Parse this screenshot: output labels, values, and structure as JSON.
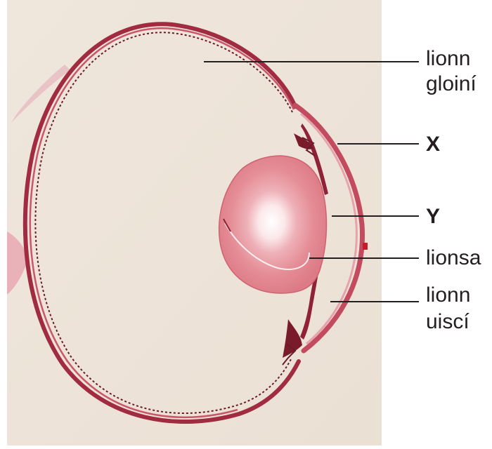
{
  "labels": {
    "vitreous_line1": "lionn",
    "vitreous_line2": "gloiní",
    "x": "X",
    "y": "Y",
    "lens": "lionsa",
    "aqueous_line1": "lionn",
    "aqueous_line2": "uiscí"
  },
  "colors": {
    "background": "#ffffff",
    "photo_background": "#eee3d8",
    "tissue_dark": "#8f2236",
    "tissue_mid": "#c74a5e",
    "tissue_light": "#e79aa5",
    "lens_fill": "#e58d96",
    "lens_center": "#ffffff",
    "leader_line": "#231f20",
    "text": "#231f20"
  }
}
